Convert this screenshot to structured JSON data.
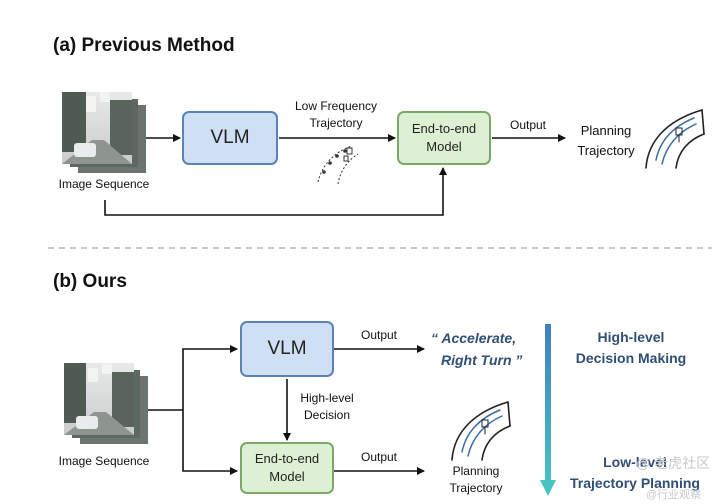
{
  "section_a": {
    "title": "(a) Previous Method",
    "image_label": "Image Sequence",
    "vlm": "VLM",
    "low_freq_line1": "Low Frequency",
    "low_freq_line2": "Trajectory",
    "e2e_line1": "End-to-end",
    "e2e_line2": "Model",
    "output": "Output",
    "planning_line1": "Planning",
    "planning_line2": "Trajectory"
  },
  "section_b": {
    "title": "(b) Ours",
    "image_label": "Image Sequence",
    "vlm": "VLM",
    "output_top": "Output",
    "quote_line1": "“ Accelerate,",
    "quote_line2": "Right Turn ”",
    "decision_line1": "High-level",
    "decision_line2": "Decision",
    "e2e_line1": "End-to-end",
    "e2e_line2": "Model",
    "output_bottom": "Output",
    "planning_line1": "Planning",
    "planning_line2": "Trajectory",
    "high_level_line1": "High-level",
    "high_level_line2": "Decision Making",
    "low_level_line1": "Low-level",
    "low_level_line2": "Trajectory Planning"
  },
  "watermark": {
    "line1": "@ 老虎社区",
    "line2": "@行业观察"
  },
  "colors": {
    "vlm_fill": "#cfe0f5",
    "vlm_border": "#5b83b8",
    "e2e_fill": "#ddf0d4",
    "e2e_border": "#7aa86a",
    "accent_text": "#2f4f76",
    "gradient_top": "#3f7fbf",
    "gradient_bottom": "#45c4c0"
  },
  "icons": [
    "camera-image-sequence-icon",
    "curved-road-trajectory-icon",
    "low-frequency-dotted-road-icon"
  ]
}
